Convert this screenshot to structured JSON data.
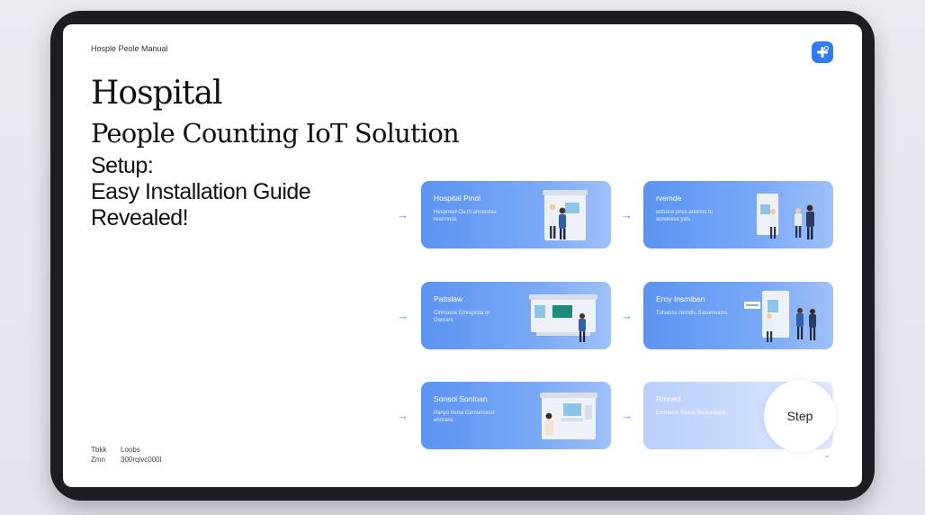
{
  "header": {
    "manual_label": "Hosple Peole Manual",
    "logo_icon": "plus-logo-icon"
  },
  "title": {
    "line1": "Hospital",
    "line2": "People Counting IoT Solution",
    "line3": "Setup:",
    "line4": "Easy Installation Guide",
    "line5": "Revealed!"
  },
  "footer_meta": {
    "row1": [
      "Tbkk",
      "Loobs"
    ],
    "row2": [
      "Zmn",
      "300rqivc000l"
    ]
  },
  "cards": [
    {
      "title": "Hospital Pinol",
      "desc": "Hospmod Oa t0 annocdas reorrnoos",
      "faded": false
    },
    {
      "title": "rvemde",
      "desc": "wdsoce pnss anorms to acnoness yats",
      "faded": false
    },
    {
      "title": "Pattslaw",
      "desc": "Clnmaora Cmrepcda or Oanrars",
      "faded": false
    },
    {
      "title": "Eroy Insmiban",
      "desc": "Tulsasss rvondlu Sasoinoams",
      "faded": false
    },
    {
      "title": "Sonsol Sonloan",
      "desc": "Panyo mosa Cemoncesrt ennrans",
      "faded": false
    },
    {
      "title": "Rmned",
      "desc": "Emnaons Ynaos Sosnanoars",
      "faded": true
    }
  ],
  "step_button": {
    "label": "Step"
  },
  "arrow_glyph": "→",
  "colors": {
    "accent": "#2f7cf6",
    "card": "#5c94f2",
    "card_faded": "#b9d0fb"
  }
}
